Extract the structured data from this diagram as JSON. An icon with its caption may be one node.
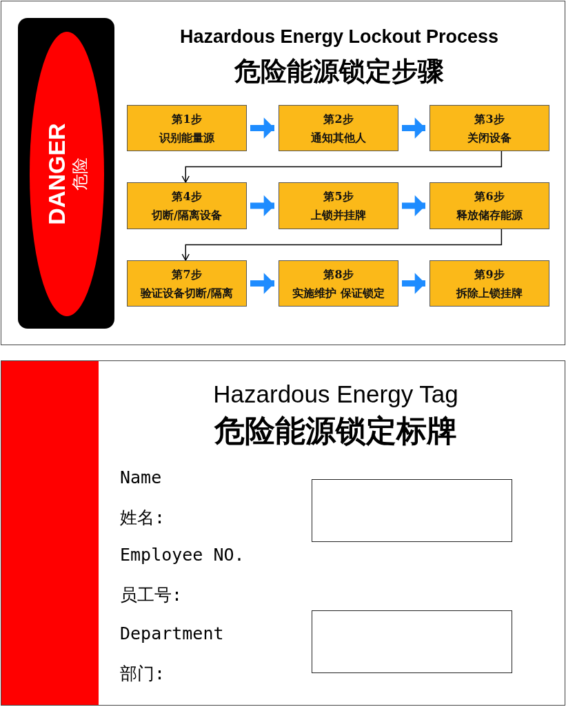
{
  "diagram": {
    "nodes": [
      {
        "text": [
          "Hazardous Energy Lockout Process",
          "危险能源锁定步骤"
        ]
      },
      {
        "text": [
          "DANGER",
          "危险"
        ],
        "in": 0
      },
      {
        "text": [
          "第1步",
          "识别能量源"
        ],
        "in": 0
      },
      {
        "text": [
          "第2步",
          "通知其他人"
        ],
        "in": 0
      },
      {
        "text": [
          "第3步",
          "关闭设备"
        ],
        "in": 0
      },
      {
        "text": [
          "第4步",
          "切断/隔离设备"
        ],
        "in": 0
      },
      {
        "text": [
          "第5步",
          "上锁并挂牌"
        ],
        "in": 0
      },
      {
        "text": [
          "第6步",
          "释放储存能源"
        ],
        "in": 0
      },
      {
        "text": [
          "第7步",
          "验证设备切断/隔离"
        ],
        "in": 0
      },
      {
        "text": [
          "第8步",
          "实施维护 保证锁定"
        ],
        "in": 0
      },
      {
        "text": [
          "第9步",
          "拆除上锁挂牌"
        ],
        "in": 0
      },
      {
        "text": [
          "Hazardous Energy Tag",
          "危险能源锁定标牌"
        ]
      },
      {
        "text": [],
        "shape": "box",
        "in": 11
      },
      {
        "text": [],
        "shape": "box",
        "in": 11
      }
    ],
    "edges": [
      {
        "from": 2,
        "to": 3,
        "arrow": "to"
      },
      {
        "from": 3,
        "to": 4,
        "arrow": "to"
      },
      {
        "from": 4,
        "to": 5,
        "arrow": "to",
        "color": "#000000"
      },
      {
        "from": 5,
        "to": 6,
        "arrow": "to"
      },
      {
        "from": 6,
        "to": 7,
        "arrow": "to"
      },
      {
        "from": 7,
        "to": 8,
        "arrow": "to",
        "color": "#000000"
      },
      {
        "from": 8,
        "to": 9,
        "arrow": "to"
      },
      {
        "from": 9,
        "to": 10,
        "arrow": "to"
      }
    ],
    "labels": [
      "Name",
      "姓名:",
      "Employee NO.",
      "员工号:",
      "Department",
      "部门:"
    ]
  }
}
